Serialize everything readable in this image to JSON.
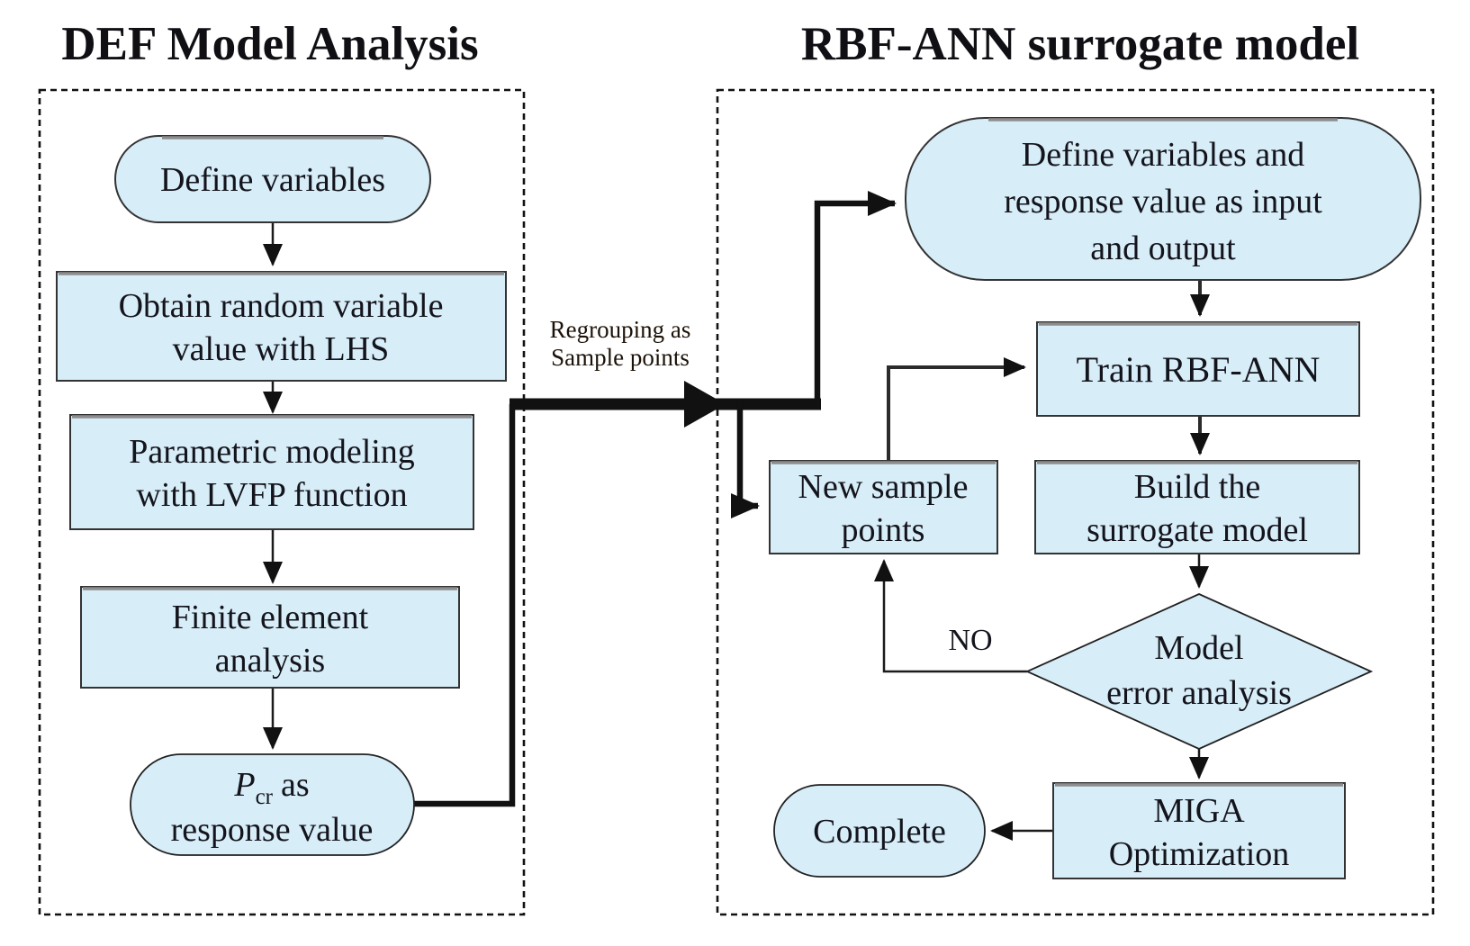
{
  "titles": {
    "left": "DEF Model Analysis",
    "right": "RBF-ANN surrogate model"
  },
  "left_panel": {
    "define_variables": "Define variables",
    "obtain_lhs": [
      "Obtain random variable",
      "value with LHS"
    ],
    "parametric": [
      "Parametric modeling",
      "with LVFP function"
    ],
    "finite_element": [
      "Finite element",
      "analysis"
    ],
    "pcr": {
      "p": "P",
      "sub": "cr",
      "rest": "as",
      "line2": "response value"
    }
  },
  "connector_label": [
    "Regrouping as",
    "Sample points"
  ],
  "right_panel": {
    "define_io": [
      "Define variables and",
      "response value as input",
      "and output"
    ],
    "train": "Train RBF-ANN",
    "build": [
      "Build the",
      "surrogate model"
    ],
    "new_samples": [
      "New sample",
      "points"
    ],
    "decision": [
      "Model",
      "error analysis"
    ],
    "no": "NO",
    "miga": [
      "MIGA",
      "Optimization"
    ],
    "complete": "Complete"
  },
  "colors": {
    "node_fill": "#d7edf8",
    "node_border": "#333333",
    "arrow": "#1b1b1b",
    "top_shade": "#8d8d8d",
    "background": "#ffffff"
  }
}
